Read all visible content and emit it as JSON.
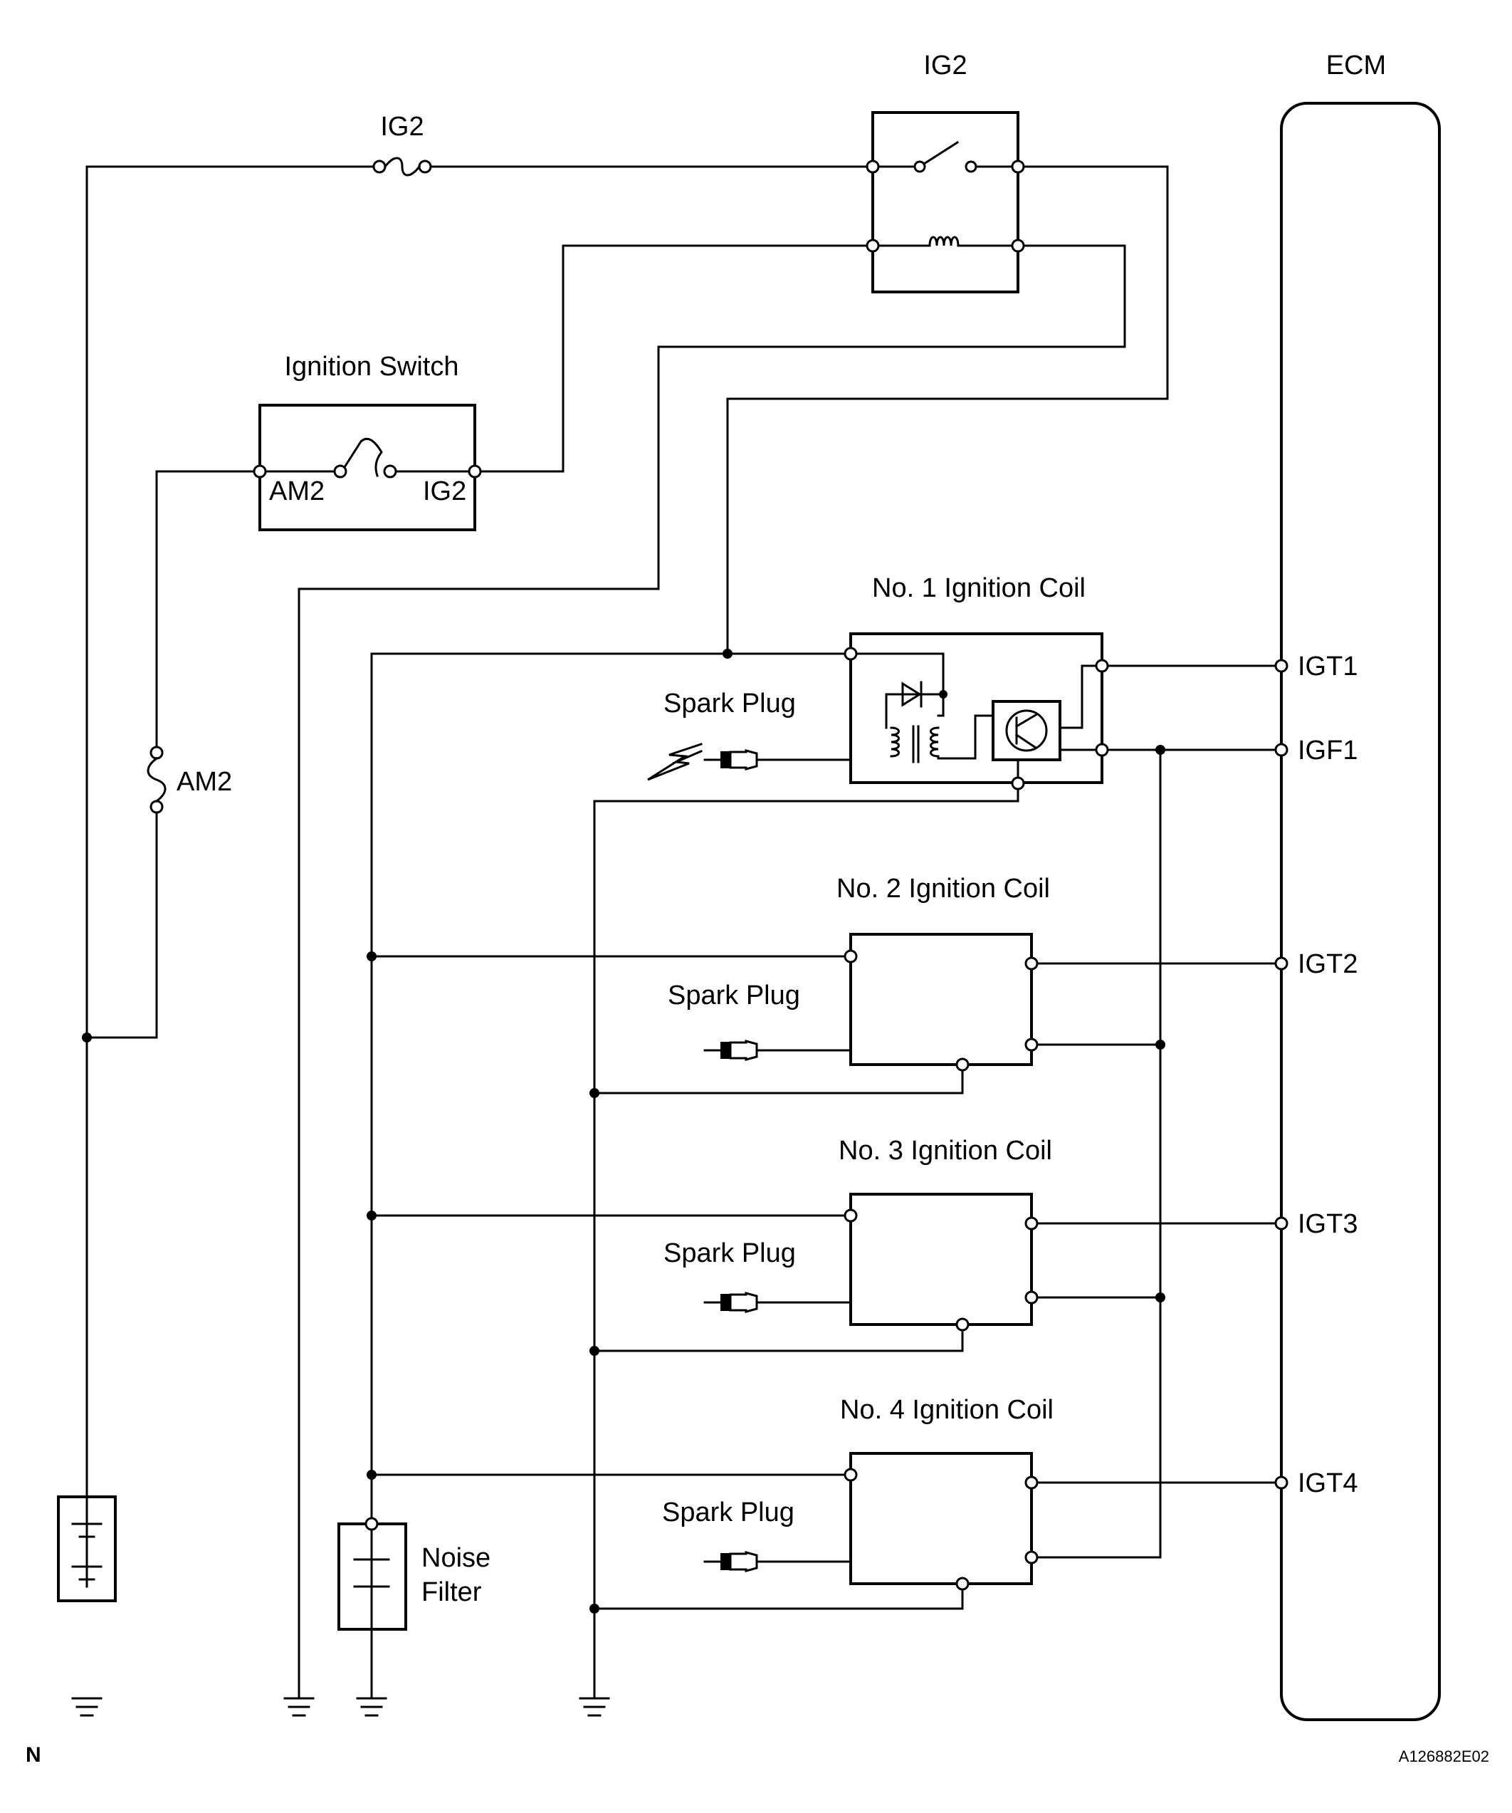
{
  "relay": {
    "title": "IG2"
  },
  "fuse_ig2": {
    "label": "IG2"
  },
  "fuse_am2": {
    "label": "AM2"
  },
  "ignition_switch": {
    "title": "Ignition Switch",
    "terminal_left": "AM2",
    "terminal_right": "IG2"
  },
  "ecm": {
    "title": "ECM",
    "pins": [
      "IGT1",
      "IGF1",
      "IGT2",
      "IGT3",
      "IGT4"
    ]
  },
  "coils": [
    {
      "title": "No. 1 Ignition Coil"
    },
    {
      "title": "No. 2 Ignition Coil"
    },
    {
      "title": "No. 3 Ignition Coil"
    },
    {
      "title": "No. 4 Ignition Coil"
    }
  ],
  "spark_plug_label": "Spark Plug",
  "noise_filter": {
    "line1": "Noise",
    "line2": "Filter"
  },
  "footer": {
    "left": "N",
    "right": "A126882E02"
  }
}
